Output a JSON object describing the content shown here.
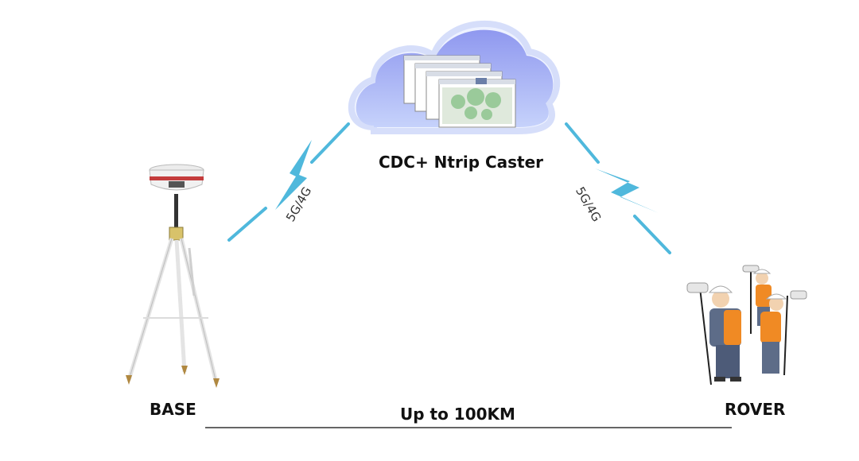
{
  "caster": {
    "label": "CDC+ Ntrip Caster"
  },
  "links": {
    "left_label": "5G/4G",
    "right_label": "5G/4G"
  },
  "nodes": {
    "base_label": "BASE",
    "rover_label": "ROVER"
  },
  "distance": {
    "label": "Up to 100KM"
  },
  "colors": {
    "cloud": "#9aa8f0",
    "signal": "#4fb8dc",
    "vest": "#f08a24"
  }
}
